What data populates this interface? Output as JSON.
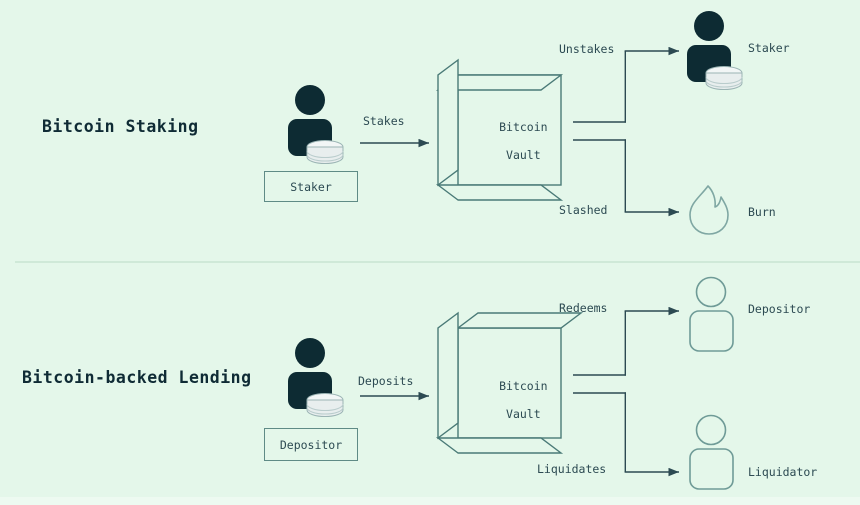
{
  "diagram": {
    "title_row1": "Bitcoin Staking",
    "title_row2": "Bitcoin-backed Lending",
    "vault_line1": "Bitcoin",
    "vault_line2": "Vault",
    "colors": {
      "background": "#e4f7ea",
      "stroke": "#4a7a77",
      "dark_fill": "#0d2b33",
      "text": "#2c4a52",
      "title": "#0f2b35",
      "coin": "#e8eeee",
      "divider": "#cfe9d8"
    }
  },
  "row1": {
    "title": "Bitcoin Staking",
    "source": {
      "icon": "person-with-coins-icon",
      "box_label": "Staker"
    },
    "edge_in": "Stakes",
    "vault": {
      "line1": "Bitcoin",
      "line2": "Vault"
    },
    "branches": [
      {
        "edge": "Unstakes",
        "icon": "person-with-coins-icon",
        "label": "Staker"
      },
      {
        "edge": "Slashed",
        "icon": "flame-icon",
        "label": "Burn"
      }
    ]
  },
  "row2": {
    "title": "Bitcoin-backed Lending",
    "source": {
      "icon": "person-with-coins-icon",
      "box_label": "Depositor"
    },
    "edge_in": "Deposits",
    "vault": {
      "line1": "Bitcoin",
      "line2": "Vault"
    },
    "branches": [
      {
        "edge": "Redeems",
        "icon": "person-outline-icon",
        "label": "Depositor"
      },
      {
        "edge": "Liquidates",
        "icon": "person-outline-icon",
        "label": "Liquidator"
      }
    ]
  }
}
